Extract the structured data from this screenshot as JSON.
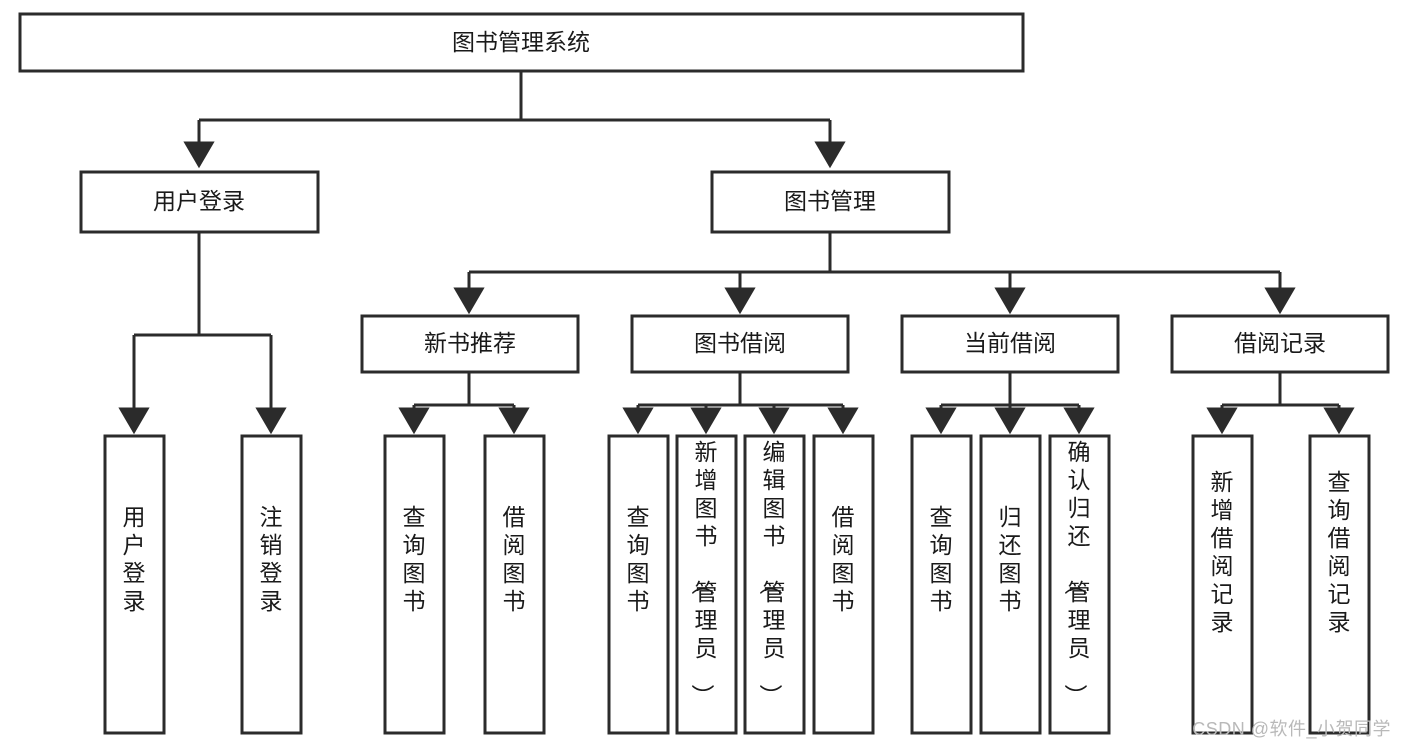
{
  "diagram": {
    "type": "tree-hierarchy-flowchart",
    "title": "图书管理系统",
    "watermark": "CSDN @软件_小贺同学",
    "colors": {
      "box_fill": "#ffffff",
      "box_stroke": "#2b2b2b",
      "text": "#1a1a1a",
      "watermark": "#b9b9b9",
      "background": "#ffffff"
    },
    "levels": {
      "root": {
        "label": "图书管理系统"
      },
      "level2": [
        {
          "id": "user-login",
          "label": "用户登录"
        },
        {
          "id": "book-management",
          "label": "图书管理"
        }
      ],
      "level3": [
        {
          "id": "new-book-recommend",
          "label": "新书推荐",
          "parent": "book-management"
        },
        {
          "id": "book-borrow",
          "label": "图书借阅",
          "parent": "book-management"
        },
        {
          "id": "current-borrow",
          "label": "当前借阅",
          "parent": "book-management"
        },
        {
          "id": "borrow-record",
          "label": "借阅记录",
          "parent": "book-management"
        }
      ],
      "leaves": [
        {
          "id": "leaf-user-login",
          "label": "用户登录",
          "parent": "user-login"
        },
        {
          "id": "leaf-logout-login",
          "label": "注销登录",
          "parent": "user-login"
        },
        {
          "id": "leaf-query-book-1",
          "label": "查询图书",
          "parent": "new-book-recommend"
        },
        {
          "id": "leaf-borrow-book-1",
          "label": "借阅图书",
          "parent": "new-book-recommend"
        },
        {
          "id": "leaf-query-book-2",
          "label": "查询图书",
          "parent": "book-borrow"
        },
        {
          "id": "leaf-add-book-admin",
          "label": "新增图书（管理员）",
          "parent": "book-borrow"
        },
        {
          "id": "leaf-edit-book-admin",
          "label": "编辑图书（管理员）",
          "parent": "book-borrow"
        },
        {
          "id": "leaf-borrow-book-2",
          "label": "借阅图书",
          "parent": "book-borrow"
        },
        {
          "id": "leaf-query-book-3",
          "label": "查询图书",
          "parent": "current-borrow"
        },
        {
          "id": "leaf-return-book",
          "label": "归还图书",
          "parent": "current-borrow"
        },
        {
          "id": "leaf-confirm-return-admin",
          "label": "确认归还（管理员）",
          "parent": "current-borrow"
        },
        {
          "id": "leaf-add-borrow-record",
          "label": "新增借阅记录",
          "parent": "borrow-record"
        },
        {
          "id": "leaf-query-borrow-record",
          "label": "查询借阅记录",
          "parent": "borrow-record"
        }
      ]
    }
  }
}
